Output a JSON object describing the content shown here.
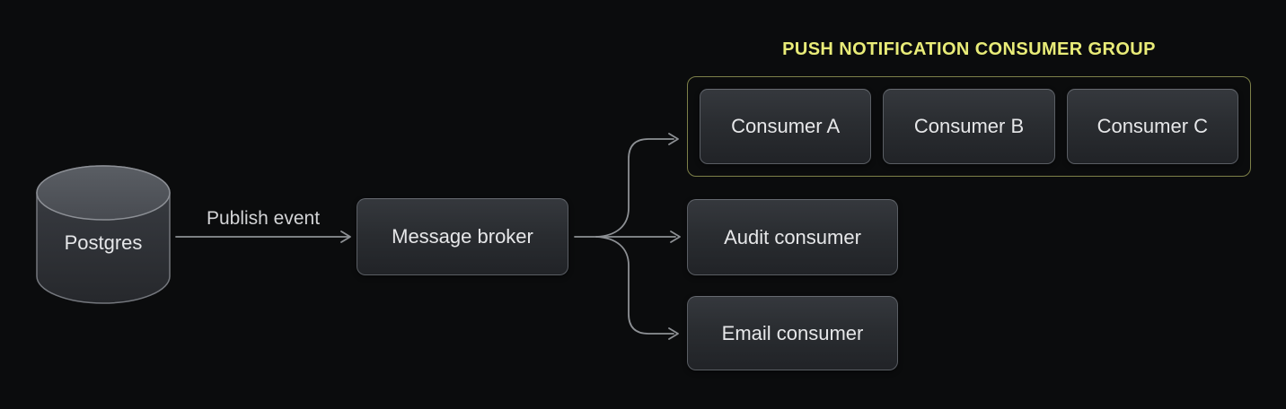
{
  "diagram": {
    "postgres": {
      "label": "Postgres"
    },
    "publish_arrow": {
      "label": "Publish event"
    },
    "broker": {
      "label": "Message broker"
    },
    "consumer_group": {
      "title": "PUSH NOTIFICATION CONSUMER GROUP",
      "consumers": [
        {
          "label": "Consumer A"
        },
        {
          "label": "Consumer B"
        },
        {
          "label": "Consumer C"
        }
      ]
    },
    "audit": {
      "label": "Audit consumer"
    },
    "email": {
      "label": "Email consumer"
    },
    "colors": {
      "background": "#0b0c0d",
      "node_fill_top": "#35383d",
      "node_fill_bottom": "#212327",
      "node_border": "#5a5e64",
      "node_text": "#e6e7e9",
      "group_border": "#7d8049",
      "group_title_text": "#e9ec78",
      "connector": "#8d9094",
      "cylinder_top": "#53565c",
      "cylinder_body": "#33363b"
    }
  }
}
